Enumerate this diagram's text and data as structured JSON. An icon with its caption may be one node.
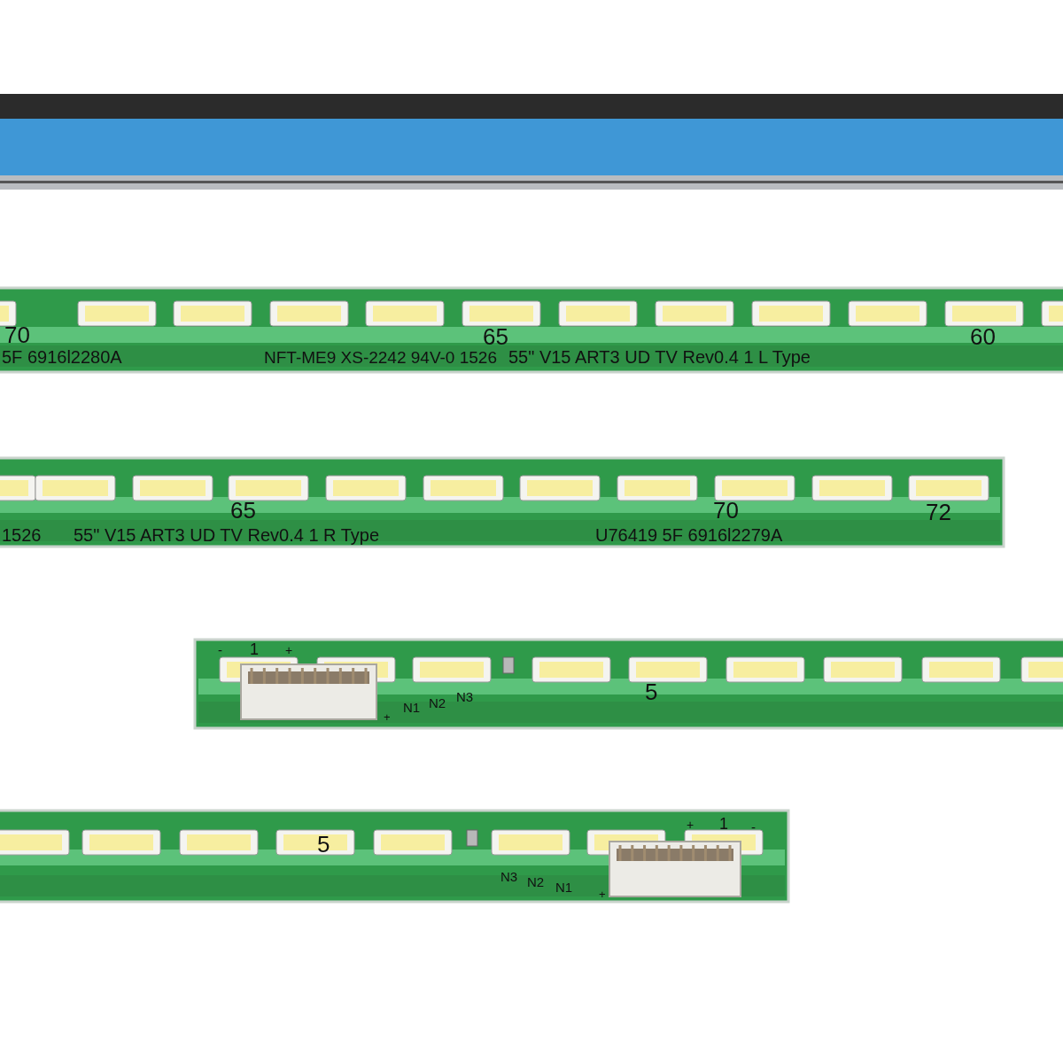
{
  "diagram": {
    "labels": [
      "70",
      "65",
      "60",
      "5F  6916l2280A",
      "NFT-ME9 XS-2242 94V-0 1526",
      "55\" V15 ART3 UD TV Rev0.4 1 L Type",
      "65",
      "70",
      "72",
      "1526",
      "55\" V15 ART3 UD TV Rev0.4 1 R Type",
      "U76419 5F  6916l2279A",
      "-",
      "1",
      "+",
      "N1",
      "N2",
      "N3",
      "+",
      "5",
      "+",
      "1",
      "-",
      "5",
      "N3",
      "N2",
      "N1",
      "+"
    ]
  }
}
